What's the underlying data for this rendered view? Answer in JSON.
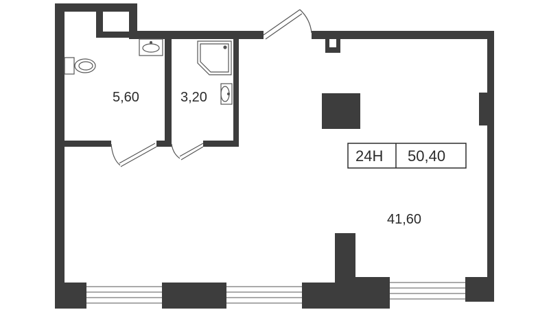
{
  "plan": {
    "unit_id": "24H",
    "total_area": "50,40",
    "rooms": [
      {
        "id": "bathroom",
        "area": "5,60"
      },
      {
        "id": "shower-room",
        "area": "3,20"
      },
      {
        "id": "main-room",
        "area": "41,60"
      }
    ],
    "colors": {
      "wall": "#3d3d3d",
      "floor": "#ffffff",
      "text": "#2b2b2b",
      "fixture_line": "#555555"
    }
  }
}
